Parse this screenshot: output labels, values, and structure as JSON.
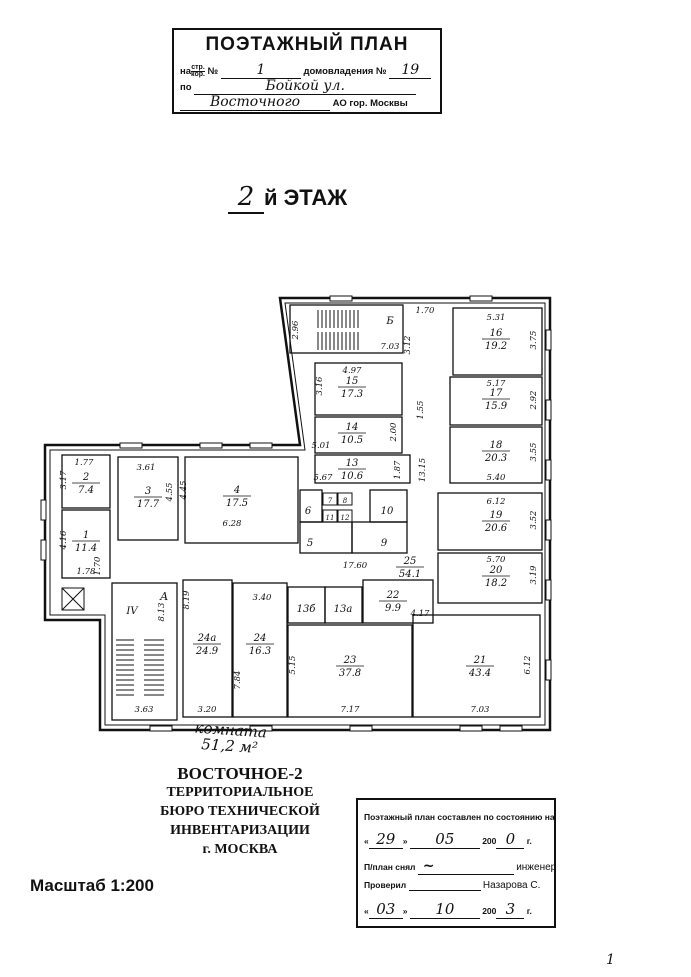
{
  "header": {
    "title": "ПОЭТАЖНЫЙ ПЛАН",
    "prefix_na": "на",
    "str_label": "стр.",
    "kor_label": "кор.",
    "no_label": "№",
    "building_no": "1",
    "estate_label": "домовладения №",
    "estate_no": "19",
    "po_label": "по",
    "street": "Бойкой ул.",
    "district": "Восточного",
    "district_suffix": "АО гор. Москвы"
  },
  "floor": {
    "number": "2",
    "label": "й ЭТАЖ"
  },
  "plan": {
    "rooms": [
      {
        "no": "1",
        "area": "11.4",
        "dims": [
          "4.16",
          "1.78"
        ]
      },
      {
        "no": "2",
        "area": "7.4",
        "dims": [
          "1.77",
          "3.17"
        ]
      },
      {
        "no": "3",
        "area": "17.7",
        "dims": [
          "3.61",
          "4.55"
        ]
      },
      {
        "no": "4",
        "area": "17.5",
        "dims": [
          "4.45",
          "6.28"
        ]
      },
      {
        "no": "5",
        "area": "",
        "dims": []
      },
      {
        "no": "6",
        "area": "",
        "dims": []
      },
      {
        "no": "9",
        "area": "",
        "dims": []
      },
      {
        "no": "10",
        "area": "",
        "dims": []
      },
      {
        "no": "13",
        "area": "10.6",
        "dims": [
          "5.67",
          "1.87"
        ]
      },
      {
        "no": "14",
        "area": "10.5",
        "dims": [
          "5.01",
          "2.00"
        ]
      },
      {
        "no": "15",
        "area": "17.3",
        "dims": [
          "4.97",
          "3.16"
        ]
      },
      {
        "no": "16",
        "area": "19.2",
        "dims": [
          "5.31",
          "3.75"
        ]
      },
      {
        "no": "17",
        "area": "15.9",
        "dims": [
          "5.17",
          "2.92"
        ]
      },
      {
        "no": "18",
        "area": "20.3",
        "dims": [
          "3.55",
          "5.40"
        ]
      },
      {
        "no": "19",
        "area": "20.6",
        "dims": [
          "6.12",
          "3.52"
        ]
      },
      {
        "no": "20",
        "area": "18.2",
        "dims": [
          "5.70",
          "3.19"
        ]
      },
      {
        "no": "21",
        "area": "43.4",
        "dims": [
          "6.12",
          "7.03"
        ]
      },
      {
        "no": "22",
        "area": "9.9",
        "dims": [
          "4.17"
        ]
      },
      {
        "no": "23",
        "area": "37.8",
        "dims": [
          "5.15",
          "7.17"
        ]
      },
      {
        "no": "24",
        "area": "16.3",
        "dims": [
          "3.40",
          "7.84"
        ]
      },
      {
        "no": "24а",
        "area": "24.9",
        "dims": [
          "8.19",
          "3.20"
        ]
      },
      {
        "no": "13б",
        "area": "",
        "dims": []
      },
      {
        "no": "13а",
        "area": "",
        "dims": []
      },
      {
        "no": "Б",
        "area": "",
        "dims": [
          "2.96",
          "7.03"
        ]
      },
      {
        "no": "IV",
        "area": "",
        "dims": [
          "8.13",
          "3.63"
        ]
      },
      {
        "no": "25",
        "area": "54.1",
        "dims": [
          "17.60",
          "1.70"
        ]
      },
      {
        "no": "",
        "area": "",
        "dims": [
          "1.70",
          "3.12",
          "1.55",
          "13.15"
        ]
      }
    ],
    "wc_labels": [
      "7",
      "8",
      "11",
      "12"
    ],
    "stair_a_label": "А"
  },
  "note": {
    "line1": "комната",
    "line2": "51,2 м²"
  },
  "stamp": {
    "line1": "ВОСТОЧНОЕ-2",
    "line2": "ТЕРРИТОРИАЛЬНОЕ",
    "line3": "БЮРО ТЕХНИЧЕСКОЙ",
    "line4": "ИНВЕНТАРИЗАЦИИ",
    "line5": "г. МОСКВА"
  },
  "scale": "Масштаб 1:200",
  "certificate": {
    "heading": "Поэтажный план составлен по состоянию на",
    "day": "29",
    "month": "05",
    "year_prefix": "200",
    "year": "0",
    "year_suffix": "г.",
    "drawn_label": "П/план снял",
    "drawn_role": "инженер",
    "checked_label": "Проверил",
    "checked_name": "Назарова С.",
    "check_day": "03",
    "check_month": "10",
    "check_year_prefix": "200",
    "check_year": "3",
    "check_year_suffix": "г."
  },
  "corner_mark": "1"
}
